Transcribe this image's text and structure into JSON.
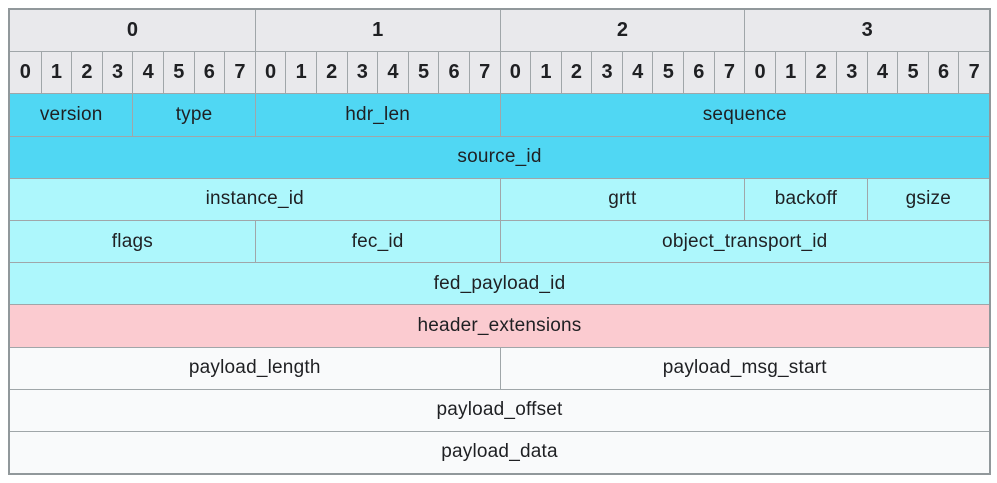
{
  "diagram": {
    "title": "protocol-header-layout",
    "byte_labels": [
      "0",
      "1",
      "2",
      "3"
    ],
    "bit_labels": [
      "0",
      "1",
      "2",
      "3",
      "4",
      "5",
      "6",
      "7"
    ],
    "colors": {
      "header_bg": "#E9E9EC",
      "bright_cyan": "#50D7F3",
      "light_cyan": "#ADF7FC",
      "pink": "#FBCBD0",
      "white_row": "#F9FAFB",
      "border": "#A0A6A9",
      "outer_border": "#91989B",
      "text": "#1F2023"
    },
    "rows": [
      {
        "fields": [
          {
            "label": "version",
            "bits": 4
          },
          {
            "label": "type",
            "bits": 4
          },
          {
            "label": "hdr_len",
            "bits": 8
          },
          {
            "label": "sequence",
            "bits": 16
          }
        ]
      },
      {
        "fields": [
          {
            "label": "source_id",
            "bits": 32
          }
        ]
      },
      {
        "fields": [
          {
            "label": "instance_id",
            "bits": 16
          },
          {
            "label": "grtt",
            "bits": 8
          },
          {
            "label": "backoff",
            "bits": 4
          },
          {
            "label": "gsize",
            "bits": 4
          }
        ]
      },
      {
        "fields": [
          {
            "label": "flags",
            "bits": 8
          },
          {
            "label": "fec_id",
            "bits": 8
          },
          {
            "label": "object_transport_id",
            "bits": 16
          }
        ]
      },
      {
        "fields": [
          {
            "label": "fed_payload_id",
            "bits": 32
          }
        ]
      },
      {
        "fields": [
          {
            "label": "header_extensions",
            "bits": 32
          }
        ]
      },
      {
        "fields": [
          {
            "label": "payload_length",
            "bits": 16
          },
          {
            "label": "payload_msg_start",
            "bits": 16
          }
        ]
      },
      {
        "fields": [
          {
            "label": "payload_offset",
            "bits": 32
          }
        ]
      },
      {
        "fields": [
          {
            "label": "payload_data",
            "bits": 32
          }
        ]
      }
    ]
  }
}
